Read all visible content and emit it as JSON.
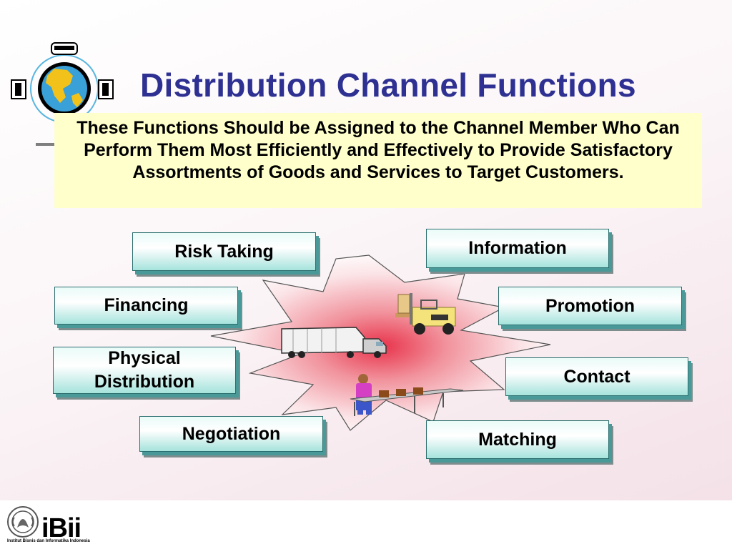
{
  "slide": {
    "title": "Distribution Channel Functions",
    "subtitle": "These Functions Should be Assigned to the Channel Member Who Can Perform Them Most Efficiently and Effectively to Provide Satisfactory Assortments of Goods and Services to Target Customers."
  },
  "functions": {
    "risk_taking": "Risk Taking",
    "information": "Information",
    "financing": "Financing",
    "promotion": "Promotion",
    "physical_distribution_line1": "Physical",
    "physical_distribution_line2": "Distribution",
    "contact": "Contact",
    "negotiation": "Negotiation",
    "matching": "Matching"
  },
  "footer": {
    "logo_word": "iBii",
    "logo_subtext": "Institut Bisnis dan Informatika Indonesia"
  },
  "colors": {
    "title": "#2e3192",
    "subtitle_box": "#ffffcc",
    "function_box": "#a6e3dc",
    "starburst_center": "#e8324a"
  },
  "icons": [
    "globe-logo-icon",
    "truck-icon",
    "forklift-icon",
    "worker-at-conveyor-icon",
    "ibii-seal-icon"
  ]
}
